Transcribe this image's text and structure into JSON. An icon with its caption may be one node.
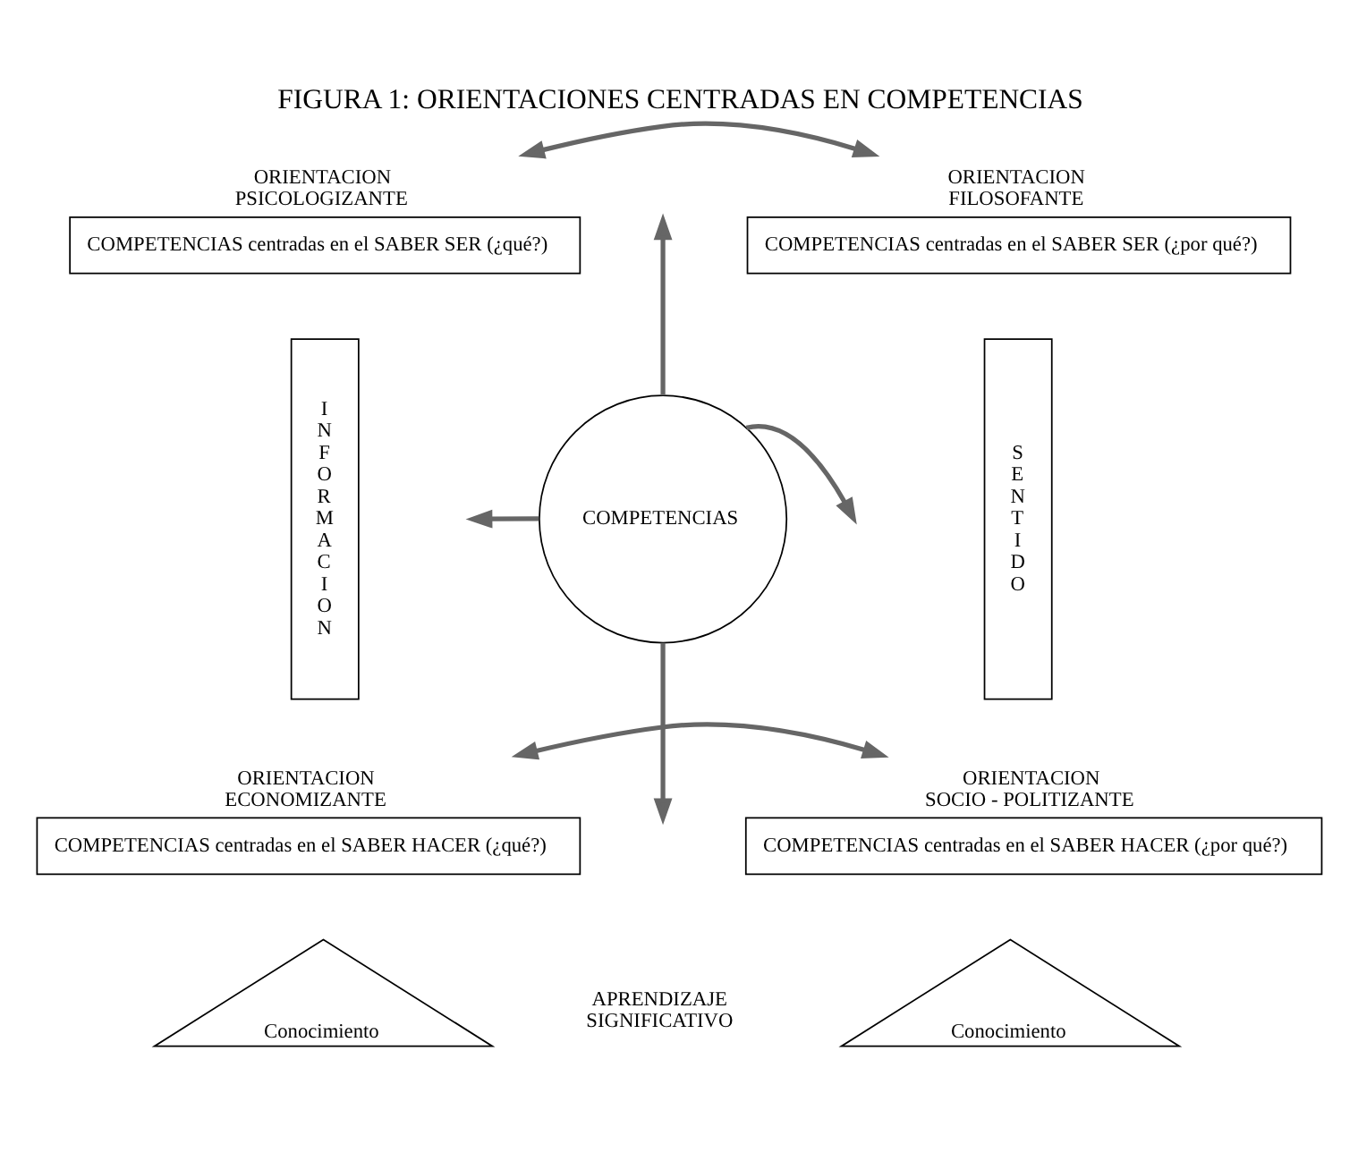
{
  "diagram": {
    "title": "FIGURA 1: ORIENTACIONES CENTRADAS EN COMPETENCIAS",
    "nodes": [
      {
        "text": [
          "ORIENTACION PSICOLOGIZANTE",
          "COMPETENCIAS centradas en el SABER SER (¿qué?)"
        ]
      },
      {
        "text": [
          "ORIENTACION FILOSOFANTE",
          "COMPETENCIAS centradas en el SABER SER (¿por qué?)"
        ]
      },
      {
        "text": [
          "INFORMACION"
        ]
      },
      {
        "text": [
          "COMPETENCIAS"
        ]
      },
      {
        "text": [
          "SENTIDO"
        ]
      },
      {
        "text": [
          "ORIENTACION ECONOMIZANTE",
          "COMPETENCIAS centradas en el SABER HACER (¿qué?)"
        ]
      },
      {
        "text": [
          "ORIENTACION SOCIO - POLITIZANTE",
          "COMPETENCIAS centradas en el SABER HACER (¿por qué?)"
        ]
      },
      {
        "text": [
          "Conocimiento"
        ]
      },
      {
        "text": [
          "Conocimiento"
        ]
      }
    ],
    "edges": [
      {
        "from": 0,
        "to": 1,
        "arrow": "both"
      },
      {
        "from": 3,
        "to": null,
        "arrow": "to"
      },
      {
        "from": 3,
        "to": null,
        "arrow": "to"
      },
      {
        "from": 3,
        "to": null,
        "arrow": "to"
      },
      {
        "from": 3,
        "to": null,
        "arrow": "to"
      },
      {
        "from": 5,
        "to": 6,
        "arrow": "both"
      }
    ],
    "labels": [
      "APRENDIZAJE SIGNIFICATIVO"
    ]
  }
}
